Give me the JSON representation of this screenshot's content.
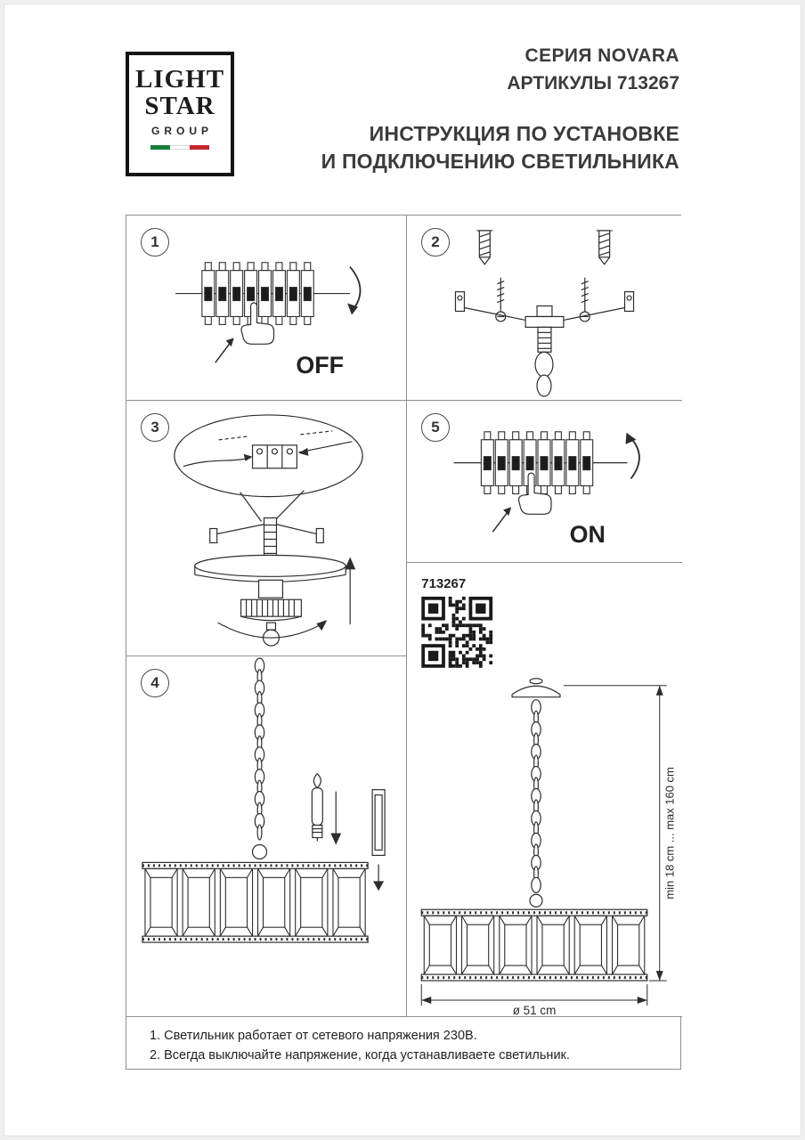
{
  "header": {
    "logo": {
      "line1": "LIGHT",
      "line2": "STAR",
      "line3": "GROUP"
    },
    "series": "СЕРИЯ NOVARA",
    "articles": "АРТИКУЛЫ 713267",
    "title1": "ИНСТРУКЦИЯ ПО УСТАНОВКЕ",
    "title2": "И ПОДКЛЮЧЕНИЮ СВЕТИЛЬНИКА"
  },
  "steps": {
    "s1": {
      "num": "1",
      "switch_label": "OFF"
    },
    "s2": {
      "num": "2"
    },
    "s3": {
      "num": "3"
    },
    "s4": {
      "num": "4"
    },
    "s5": {
      "num": "5",
      "switch_label": "ON"
    }
  },
  "product": {
    "article": "713267",
    "height_range": "min 18 cm ... max 160 cm",
    "diameter": "ø 51 cm"
  },
  "notes": [
    "1. Светильник работает от сетевого напряжения 230В.",
    "2. Всегда выключайте напряжение, когда устанавливаете светильник."
  ],
  "colors": {
    "line": "#2d2d2d",
    "grid": "#8f8f8f",
    "flag_green": "#17803d",
    "flag_red": "#c4242b"
  }
}
